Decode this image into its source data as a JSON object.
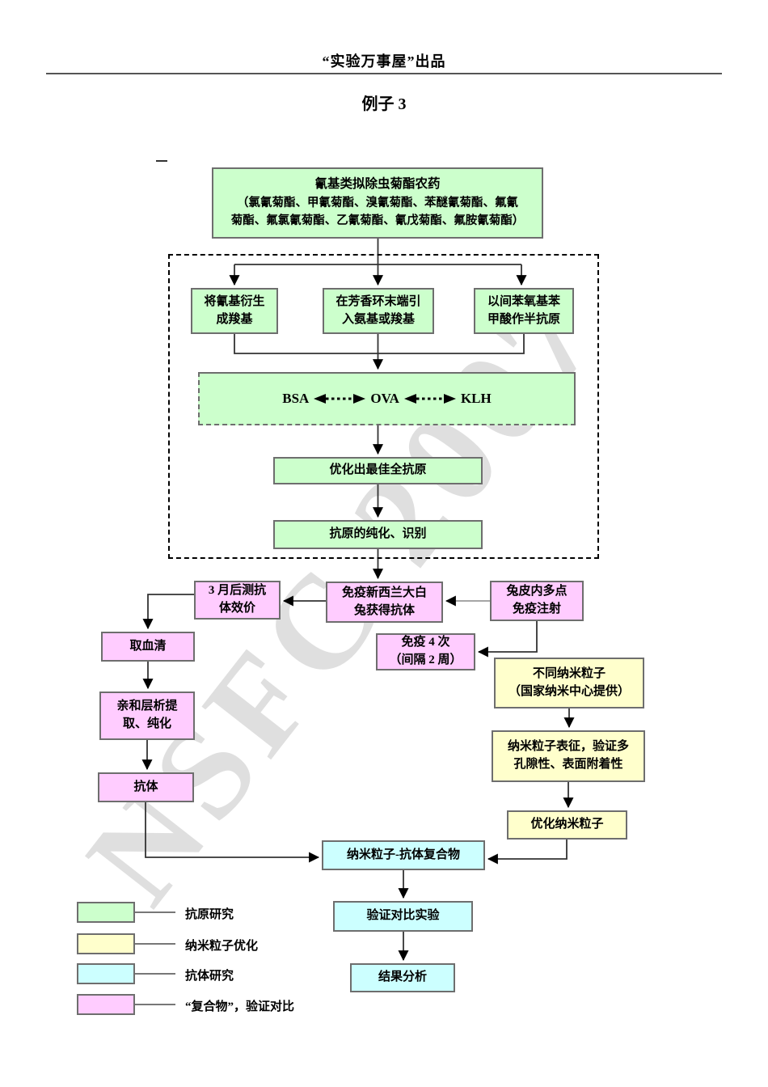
{
  "palette": {
    "antigen_green": "#ccffcc",
    "nano_yellow": "#ffffcc",
    "antibody_cyan": "#ccffff",
    "conjugate_pink": "#ffccff"
  },
  "header": {
    "credit": "“实验万事屋”出品",
    "title": "例子 3"
  },
  "watermark": "NSFC 2007",
  "nodes": {
    "pesticide_title": "氰基类拟除虫菊酯农药",
    "pesticide_list": "（氯氰菊酯、甲氰菊酯、溴氰菊酯、苯醚氰菊酯、氟氰\n菊酯、氟氯氰菊酯、乙氰菊酯、氰戊菊酯、氟胺氰菊酯）",
    "derive_cyano": "将氰基衍生\n成羧基",
    "aromatic_ring": "在芳香环末端引\n入氨基或羧基",
    "hapten": "以间苯氧基苯\n甲酸作半抗原",
    "carrier_left": "BSA",
    "carrier_mid": "OVA",
    "carrier_right": "KLH",
    "optimize_antigen": "优化出最佳全抗原",
    "purify_antigen": "抗原的纯化、识别",
    "titer": "3 月后测抗\n体效价",
    "immunize_rabbit": "免疫新西兰大白\n兔获得抗体",
    "intradermal": "兔皮内多点\n免疫注射",
    "serum": "取血清",
    "affinity": "亲和层析提\n取、纯化",
    "antibody": "抗体",
    "immunize_times": "免疫 4 次\n（间隔 2 周）",
    "nano_particles": "不同纳米粒子\n（国家纳米中心提供）",
    "nano_characterize": "纳米粒子表征，验证多\n孔隙性、表面附着性",
    "optimize_nano": "优化纳米粒子",
    "conjugate": "纳米粒子-抗体复合物",
    "validation": "验证对比实验",
    "analysis": "结果分析"
  },
  "legend": {
    "items": [
      {
        "color": "#ccffcc",
        "label": "抗原研究"
      },
      {
        "color": "#ffffcc",
        "label": "纳米粒子优化"
      },
      {
        "color": "#ccffff",
        "label": "抗体研究"
      },
      {
        "color": "#ffccff",
        "label": "“复合物”，验证对比"
      }
    ]
  }
}
